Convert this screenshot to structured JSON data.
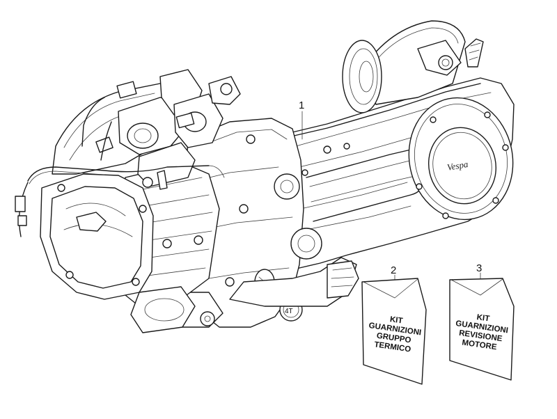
{
  "callouts": [
    {
      "id": "1",
      "label": "1"
    },
    {
      "id": "2",
      "label": "2"
    },
    {
      "id": "3",
      "label": "3"
    }
  ],
  "kits": [
    {
      "id": "kit-2",
      "lines": [
        "KIT",
        "GUARNIZIONI",
        "GRUPPO",
        "TERMICO"
      ]
    },
    {
      "id": "kit-3",
      "lines": [
        "KIT",
        "GUARNIZIONI",
        "REVISIONE",
        "MOTORE"
      ]
    }
  ],
  "engine": {
    "cover_logo": "Vespa",
    "oil_plug_mark": "4T"
  }
}
